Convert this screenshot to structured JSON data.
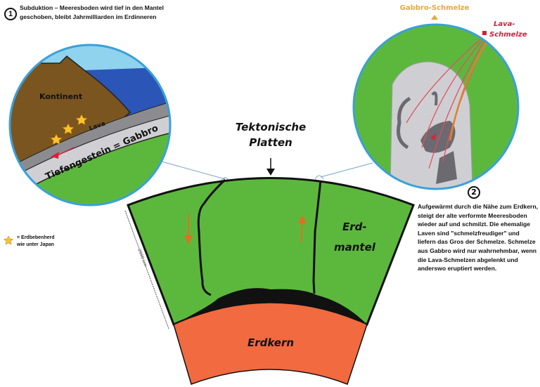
{
  "note1": {
    "number": "1",
    "text": "Subduktion – Meeresboden wird tief in den Mantel geschoben, bleibt Jahrmilliarden im Erdinneren"
  },
  "note2": {
    "number": "2",
    "text": "Aufgewärmt durch die Nähe zum Erdkern, steigt der alte verformte Meeresboden wieder auf und schmilzt. Die ehemalige Laven sind \"schmelzfreudiger\" und liefern das Gros der Schmelze. Schmelze aus Gabbro wird nur wahrnehmbar, wenn die Lava-Schmelzen abgelenkt und anderswo eruptiert werden."
  },
  "legend": {
    "icon": "star-icon",
    "text_line1": "= Erdbebenherd",
    "text_line2": "wie unter Japan"
  },
  "left_inset": {
    "continent_label": "Kontinent",
    "crust_label": "Lava",
    "gabbro_label": "Tiefengestein = Gabbro"
  },
  "right_inset": {
    "gabbro_melt_label": "Gabbro-Schmelze",
    "lava_melt_label_line1": "Lava-",
    "lava_melt_label_line2": "Schmelze"
  },
  "main": {
    "plates_label_line1": "Tektonische",
    "plates_label_line2": "Platten",
    "mantle_label_line1": "Erd-",
    "mantle_label_line2": "mantel",
    "core_label": "Erdkern",
    "depth_label": "2900 km"
  },
  "colors": {
    "mantle": "#5cb83d",
    "core": "#f26a3f",
    "continent": "#7a5520",
    "ocean": "#2c55b8",
    "sky": "#8fd3ee",
    "gabbro": "#d0d0d4",
    "lava_crust": "#8c8c90",
    "lava_melt": "#e0203a",
    "gabbro_melt": "#e8a838",
    "circle_border": "#3aa0d8"
  }
}
